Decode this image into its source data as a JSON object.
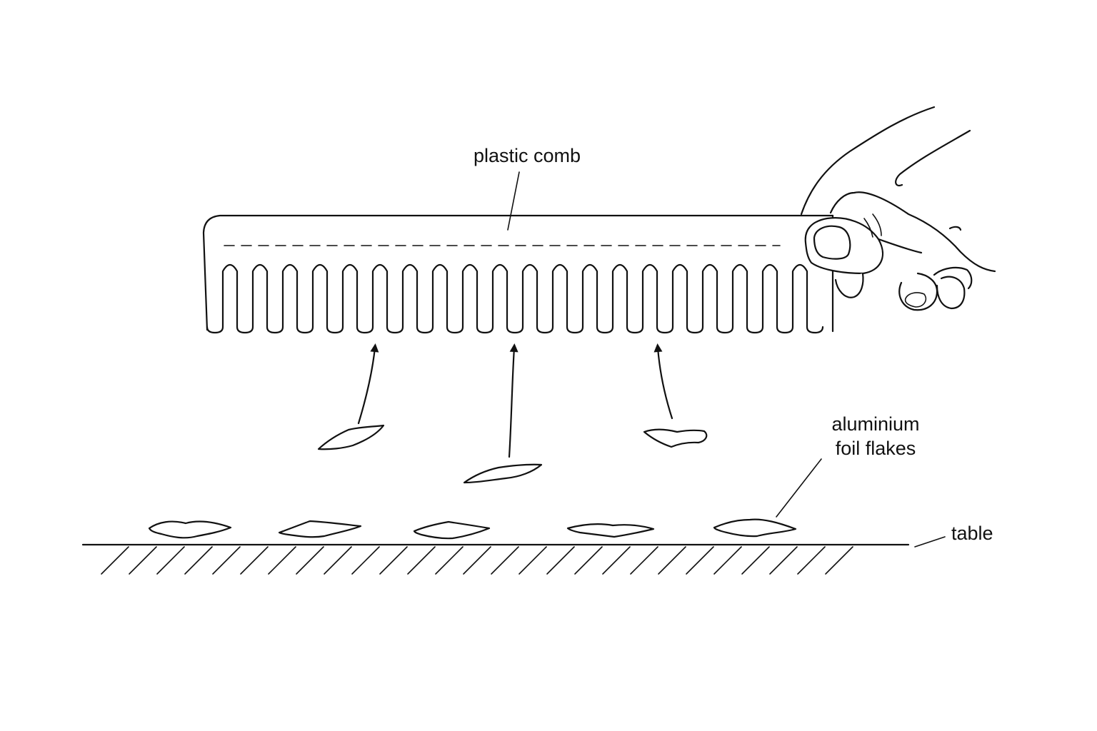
{
  "labels": {
    "comb": "plastic comb",
    "flakes_line1": "aluminium",
    "flakes_line2": "foil flakes",
    "table": "table"
  },
  "colors": {
    "ink": "#111111",
    "background": "#ffffff"
  }
}
